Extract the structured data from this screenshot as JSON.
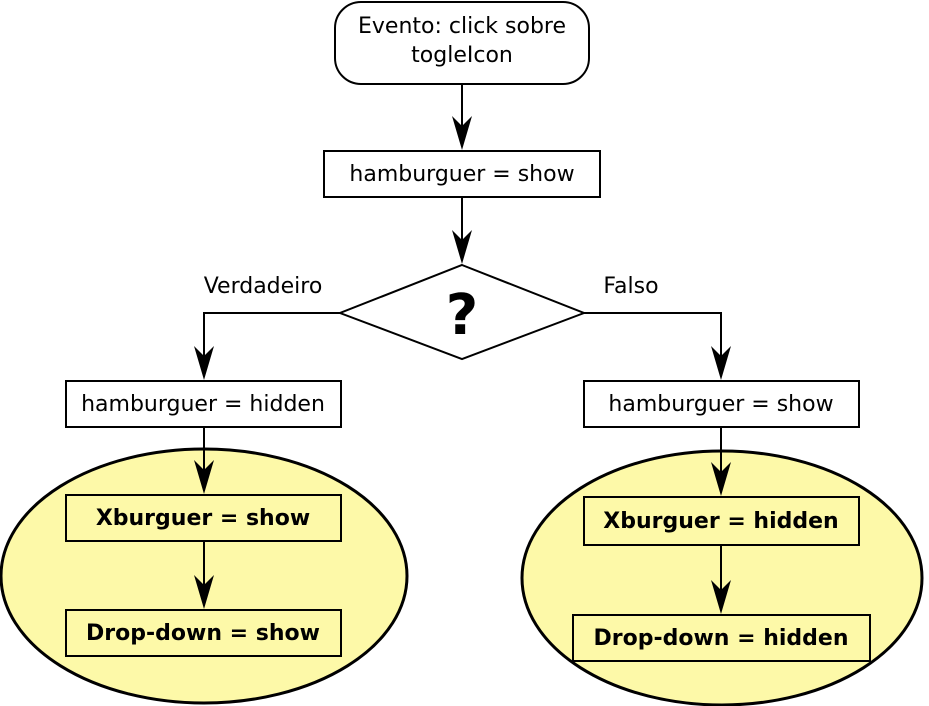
{
  "start": {
    "line1": "Evento: click sobre",
    "line2": "togleIcon"
  },
  "step1": {
    "label": "hamburguer = show"
  },
  "decision": {
    "label": "?",
    "true_label": "Verdadeiro",
    "false_label": "Falso"
  },
  "true_branch": {
    "step": "hamburguer = hidden",
    "group": [
      "Xburguer = show",
      "Drop-down = show"
    ]
  },
  "false_branch": {
    "step": "hamburguer = show",
    "group": [
      "Xburguer = hidden",
      "Drop-down = hidden"
    ]
  },
  "colors": {
    "group_fill": "#fdf9a8",
    "stroke": "#000000"
  }
}
